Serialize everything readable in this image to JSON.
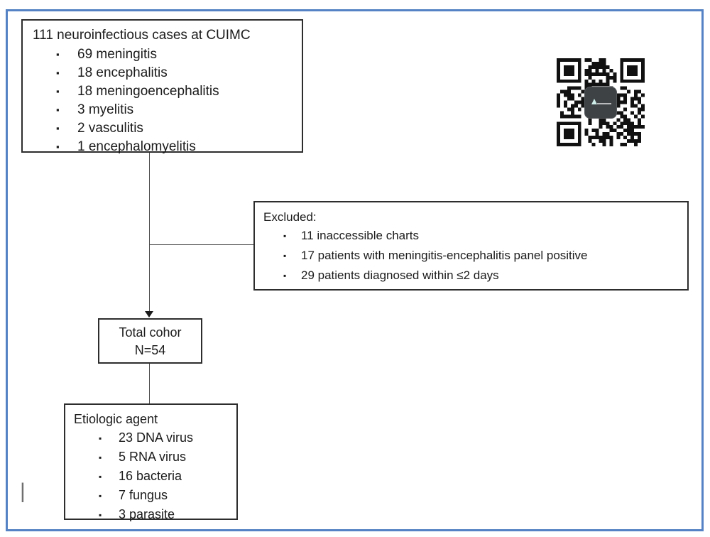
{
  "frame": {
    "border_color": "#5482c4",
    "background": "#ffffff"
  },
  "chars": {
    "bullet": "▪",
    "cursor": "|"
  },
  "colors": {
    "box_border": "#2d2d2d",
    "text": "#1b1b1b",
    "connector": "#4d4d4d",
    "qr_dark": "#111111",
    "qr_logo_bg": "#3e4245"
  },
  "flowchart": {
    "cohort_box": {
      "title": "111 neuroinfectious cases at CUIMC",
      "items": [
        "69 meningitis",
        "18 encephalitis",
        "18 meningoencephalitis",
        "3 myelitis",
        "2 vasculitis",
        "1 encephalomyelitis"
      ]
    },
    "excluded_box": {
      "title": "Excluded:",
      "items": [
        "11 inaccessible charts",
        "17 patients with meningitis-encephalitis panel positive",
        "29 patients diagnosed within ≤2 days"
      ]
    },
    "total_box": {
      "line1": "Total cohor",
      "line2": "N=54"
    },
    "etiologic_box": {
      "title": "Etiologic agent",
      "items": [
        "23 DNA virus",
        "5 RNA virus",
        "16 bacteria",
        "7 fungus",
        "3 parasite"
      ]
    }
  },
  "icons": {
    "qr": "qr-code"
  }
}
